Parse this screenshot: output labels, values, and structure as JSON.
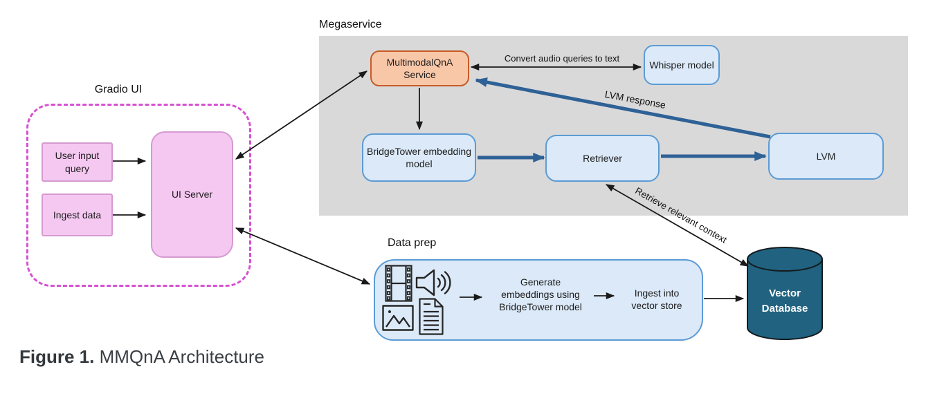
{
  "figure": {
    "label_bold": "Figure 1.",
    "title": " MMQnA Architecture"
  },
  "sections": {
    "gradio_ui": "Gradio UI",
    "megaservice": "Megaservice",
    "data_prep": "Data prep"
  },
  "nodes": {
    "user_input_query": "User input query",
    "ingest_data": "Ingest data",
    "ui_server": "UI Server",
    "multimodal_qna_service": "MultimodalQnA Service",
    "whisper_model": "Whisper model",
    "bridgetower_embedding_model": "BridgeTower embedding model",
    "retriever": "Retriever",
    "lvm": "LVM",
    "vector_database": "Vector Database"
  },
  "edge_labels": {
    "convert_audio": "Convert audio queries to text",
    "lvm_response": "LVM response",
    "retrieve_context": "Retrieve relevant context",
    "generate_embeddings": "Generate embeddings using BridgeTower model",
    "ingest_vector_store": "Ingest into vector store"
  },
  "icons": [
    "film-strip-icon",
    "speaker-audio-icon",
    "image-icon",
    "document-icon"
  ],
  "colors": {
    "megaservice_bg": "#d9d9d9",
    "pink_fill": "#f5c8f1",
    "pink_border": "#d59ad0",
    "gradio_dash_border": "#d650d0",
    "orange_fill": "#f8c7a8",
    "orange_border": "#c75b28",
    "blue_fill": "#dbe9f8",
    "blue_border": "#5b9bd5",
    "thick_arrow_blue": "#2e6196",
    "arrow_black": "#1a1a1a",
    "vector_db_fill": "#20627f"
  }
}
